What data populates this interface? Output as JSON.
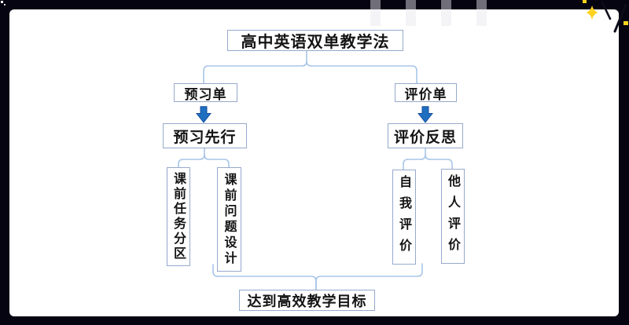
{
  "frame": {
    "background_color": "#060411",
    "slide_background_color": "#ffffff"
  },
  "decorations": {
    "sparkle_icon_color": "#ffd21e",
    "pen_stroke_color": "#0d0d1a",
    "top_bar_count": 4
  },
  "diagram": {
    "colors": {
      "box_border": "#96a9cc",
      "connector": "#a8c6e8",
      "arrow_fill": "#1e6fc0",
      "arrow_edge": "#184f9e",
      "text": "#141414"
    },
    "title": "高中英语双单教学法",
    "left_branch": {
      "top": "预习单",
      "mid": "预习先行",
      "leaves": [
        "课前任务分区",
        "课前问题设计"
      ]
    },
    "right_branch": {
      "top": "评价单",
      "mid": "评价反思",
      "leaves": [
        "自我评价",
        "他人评价"
      ]
    },
    "goal": "达到高效教学目标"
  }
}
